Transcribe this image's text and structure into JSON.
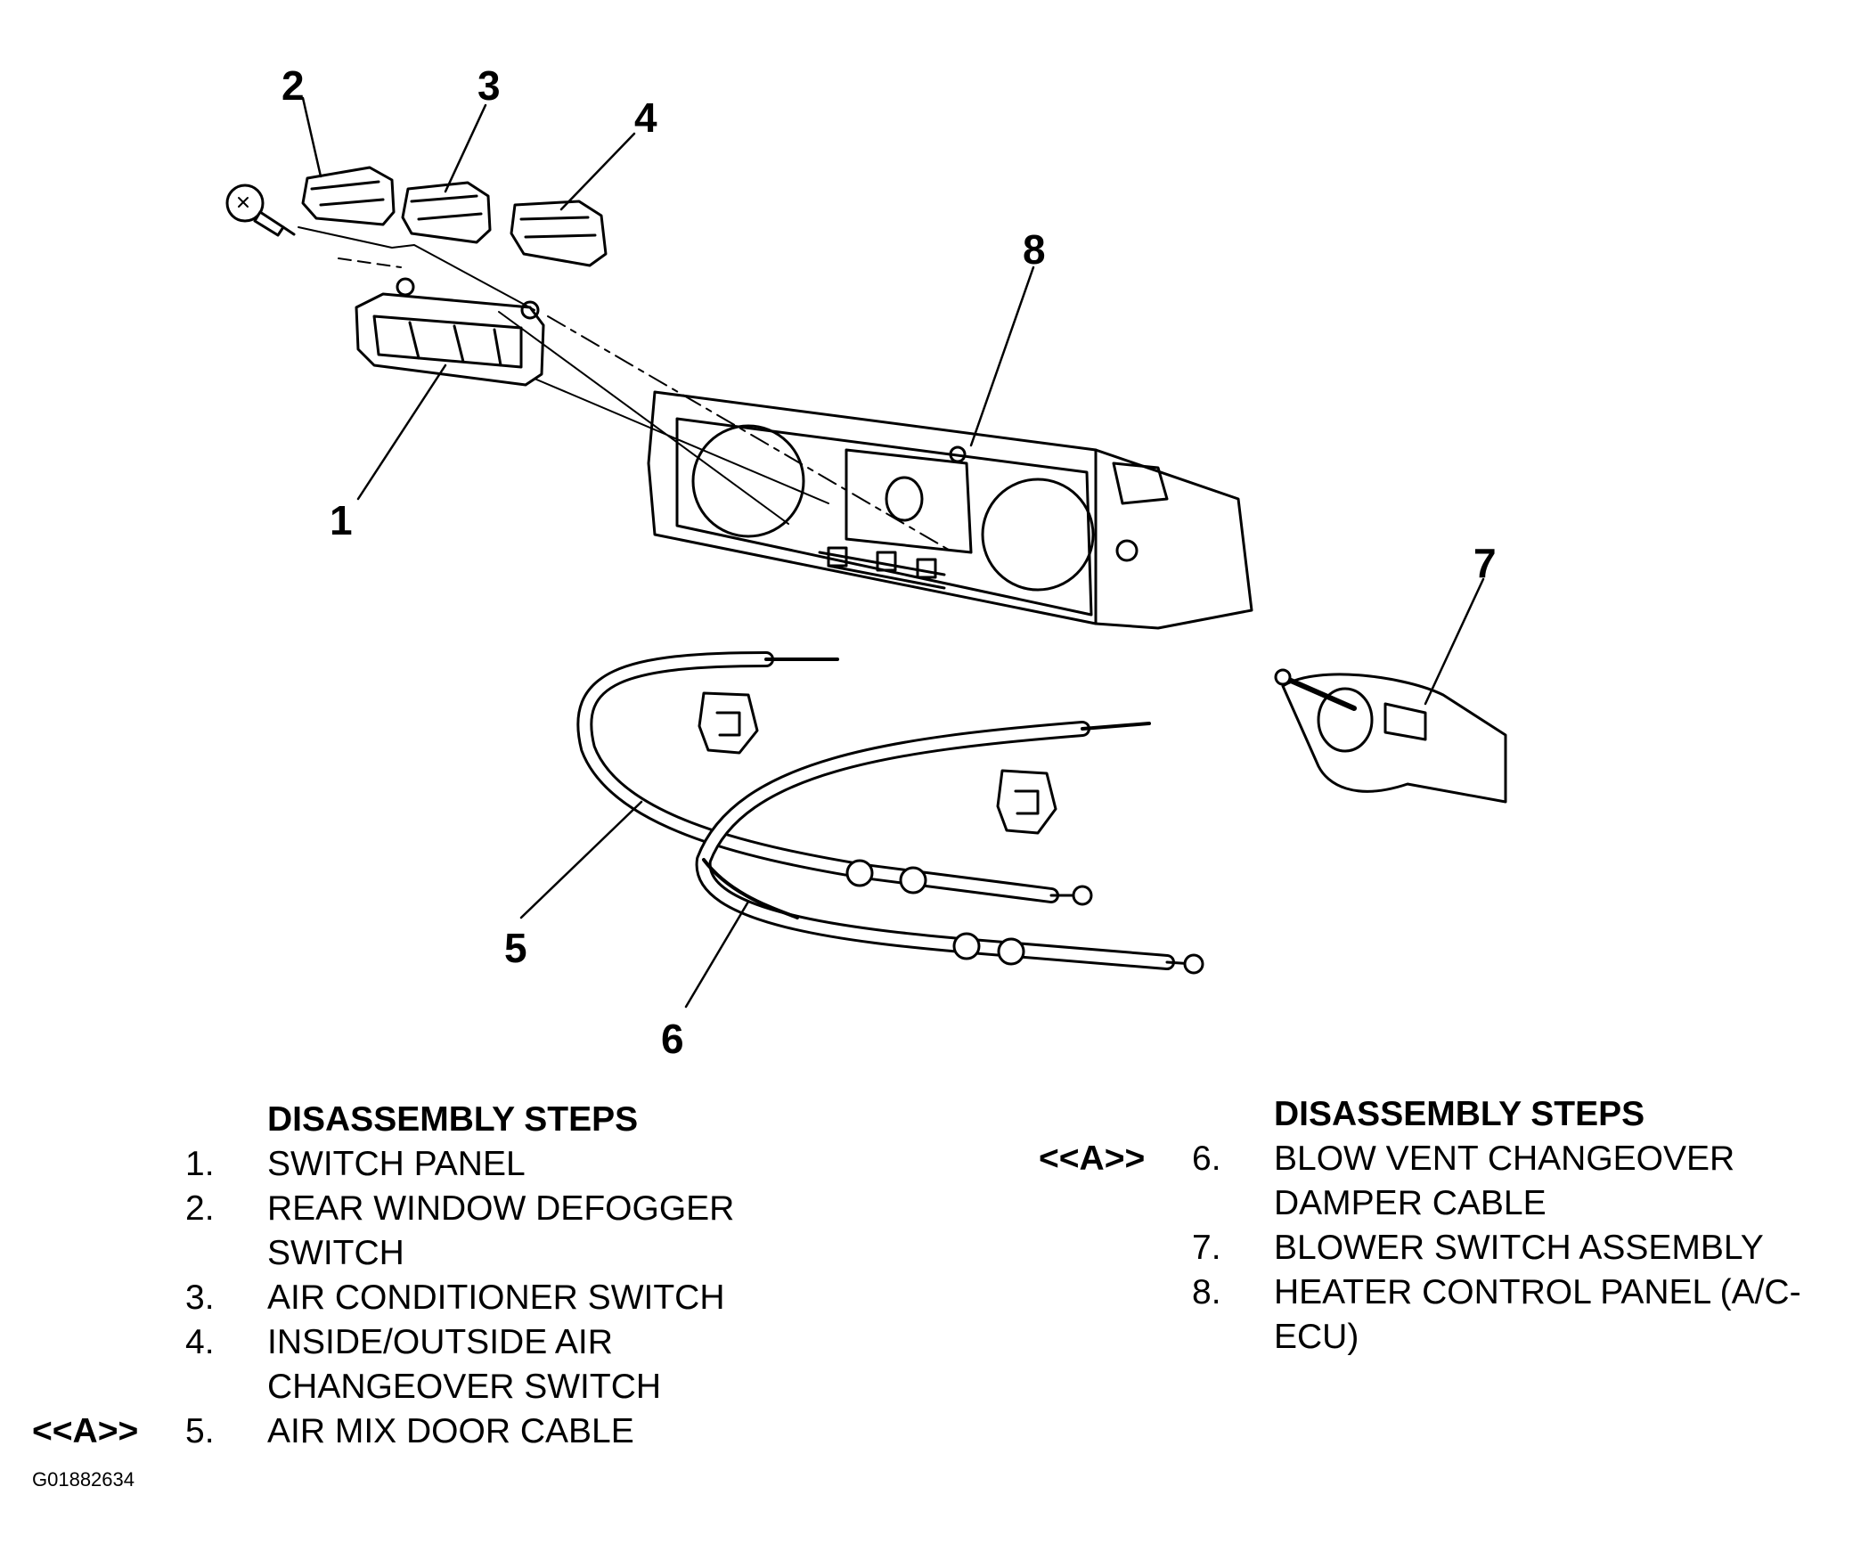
{
  "callouts": [
    "1",
    "2",
    "3",
    "4",
    "5",
    "6",
    "7",
    "8"
  ],
  "left_steps": {
    "heading": "DISASSEMBLY STEPS",
    "items": [
      {
        "marker": "",
        "num": "1.",
        "lines": [
          "SWITCH PANEL"
        ]
      },
      {
        "marker": "",
        "num": "2.",
        "lines": [
          "REAR WINDOW DEFOGGER",
          "SWITCH"
        ]
      },
      {
        "marker": "",
        "num": "3.",
        "lines": [
          "AIR CONDITIONER SWITCH"
        ]
      },
      {
        "marker": "",
        "num": "4.",
        "lines": [
          "INSIDE/OUTSIDE AIR",
          "CHANGEOVER SWITCH"
        ]
      },
      {
        "marker": "<<A>>",
        "num": "5.",
        "lines": [
          "AIR MIX DOOR CABLE"
        ]
      }
    ]
  },
  "right_steps": {
    "heading": "DISASSEMBLY STEPS",
    "items": [
      {
        "marker": "<<A>>",
        "num": "6.",
        "lines": [
          "BLOW VENT CHANGEOVER",
          "DAMPER CABLE"
        ]
      },
      {
        "marker": "",
        "num": "7.",
        "lines": [
          "BLOWER SWITCH ASSEMBLY"
        ]
      },
      {
        "marker": "",
        "num": "8.",
        "lines": [
          "HEATER CONTROL PANEL (A/C-",
          "ECU)"
        ]
      }
    ]
  },
  "figure_id": "G01882634"
}
